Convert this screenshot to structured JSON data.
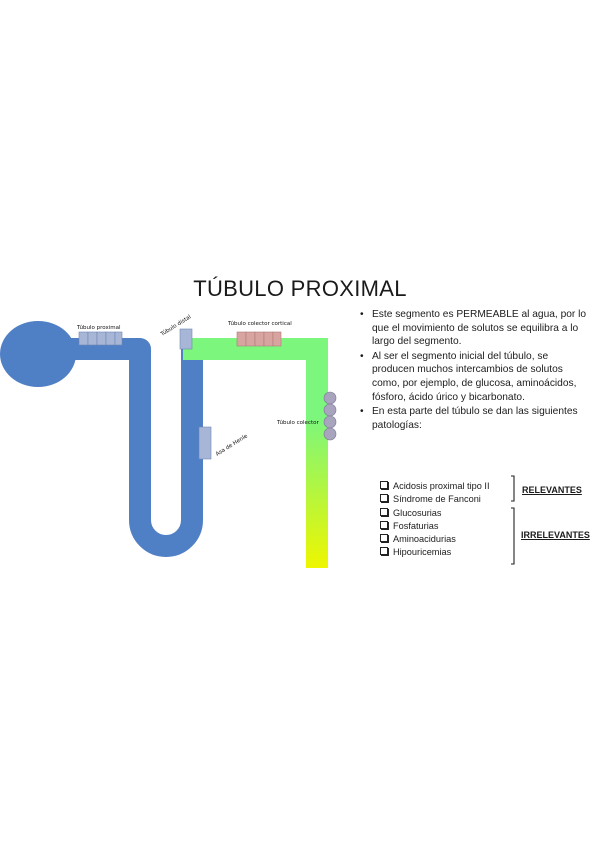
{
  "title": "TÚBULO PROXIMAL",
  "diagram": {
    "labels": {
      "proximal": "Túbulo proximal",
      "distal": "Túbulo distal",
      "cortical": "Túbulo colector cortical",
      "henle": "Asa de Henle",
      "colector": "Túbulo colector"
    },
    "colors": {
      "blue": "#4f7fc4",
      "green": "#7cf67c",
      "yellow": "#eef600",
      "gray_segment": "#a7b6d6",
      "pink_segment": "#d8a4a0",
      "colector_circles": "#a8a4bd"
    }
  },
  "bullets": [
    "Este segmento es PERMEABLE al agua, por lo que el movimiento de solutos se equilibra a lo largo del segmento.",
    "Al ser el segmento inicial del túbulo, se producen muchos intercambios de solutos como, por ejemplo, de glucosa, aminoácidos, fósforo, ácido úrico y bicarbonato.",
    "En esta parte del túbulo se dan las siguientes patologías:"
  ],
  "pathologies": [
    "Acidosis proximal tipo II",
    "Síndrome de Fanconi",
    "Glucosurias",
    "Fosfaturias",
    "Aminoacidurias",
    "Hipouricemias"
  ],
  "groups": {
    "relevant": "RELEVANTES",
    "irrelevant": "IRRELEVANTES"
  }
}
